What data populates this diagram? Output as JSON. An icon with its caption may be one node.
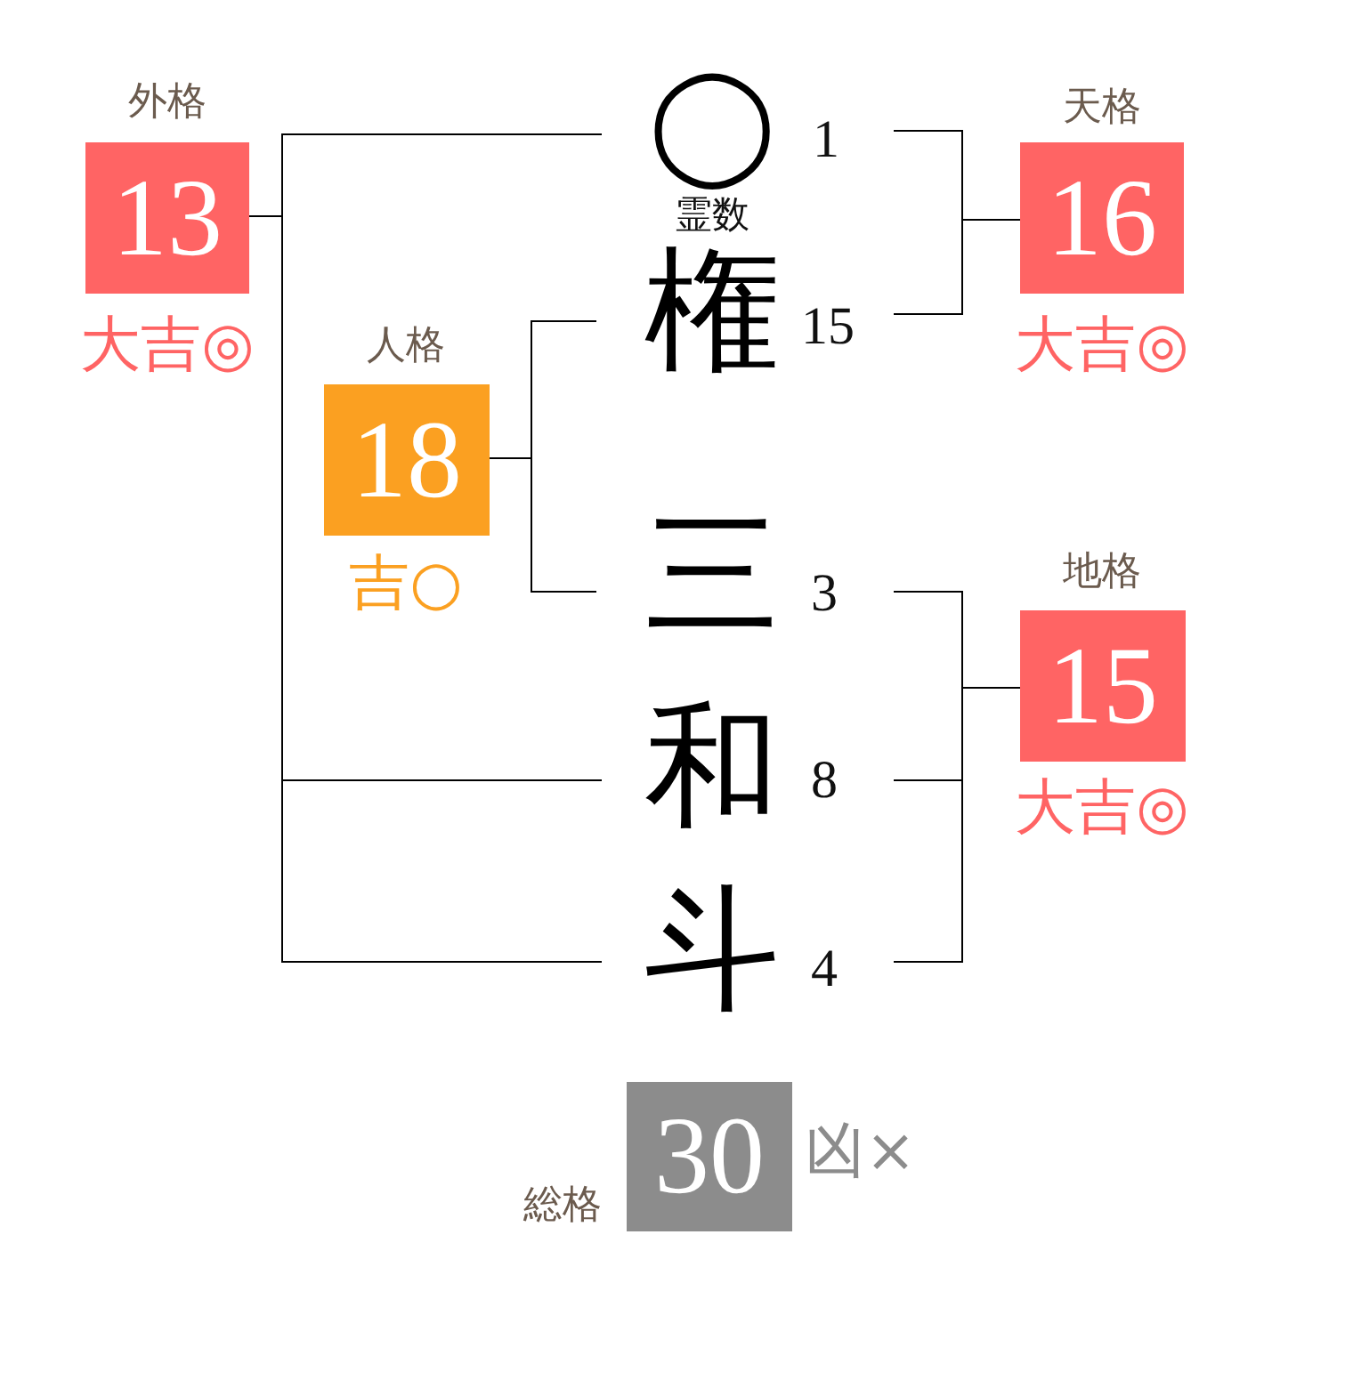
{
  "diagram": {
    "nodes": [
      {
        "text": [
          "外格",
          "13"
        ],
        "beside": [
          "大吉◎"
        ]
      },
      {
        "text": [
          "◯"
        ],
        "beside": [
          "1",
          "霊数"
        ]
      },
      {
        "text": [
          "天格",
          "16"
        ],
        "beside": [
          "大吉◎"
        ]
      },
      {
        "text": [
          "権"
        ],
        "beside": [
          "15"
        ]
      },
      {
        "text": [
          "人格",
          "18"
        ],
        "beside": [
          "吉○"
        ]
      },
      {
        "text": [
          "三"
        ],
        "beside": [
          "3"
        ]
      },
      {
        "text": [
          "地格",
          "15"
        ],
        "beside": [
          "大吉◎"
        ]
      },
      {
        "text": [
          "和"
        ],
        "beside": [
          "8"
        ]
      },
      {
        "text": [
          "斗"
        ],
        "beside": [
          "4"
        ]
      },
      {
        "text": [
          "総格",
          "30"
        ],
        "beside": [
          "凶×"
        ]
      }
    ],
    "edges": [
      {
        "from": 1,
        "to": 2,
        "arrow": "none"
      },
      {
        "from": 3,
        "to": 2,
        "arrow": "none"
      },
      {
        "from": 3,
        "to": 4,
        "arrow": "none"
      },
      {
        "from": 5,
        "to": 4,
        "arrow": "none"
      },
      {
        "from": 5,
        "to": 6,
        "arrow": "none"
      },
      {
        "from": 7,
        "to": 6,
        "arrow": "none"
      },
      {
        "from": 8,
        "to": 6,
        "arrow": "none"
      },
      {
        "from": 1,
        "to": 0,
        "arrow": "none"
      },
      {
        "from": 7,
        "to": 0,
        "arrow": "none"
      },
      {
        "from": 8,
        "to": 0,
        "arrow": "none"
      }
    ]
  }
}
